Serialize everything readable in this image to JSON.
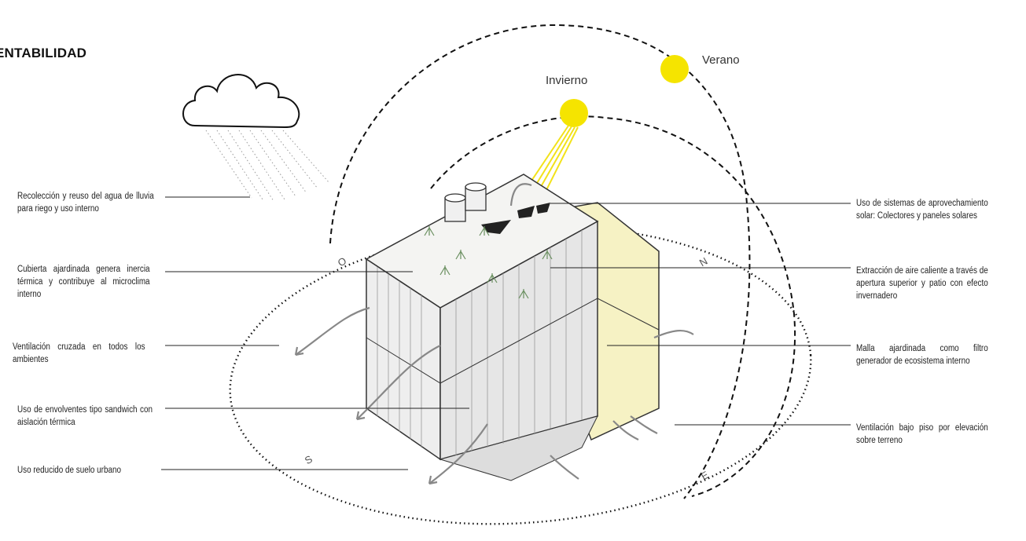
{
  "title": "ENTABILIDAD",
  "seasons": {
    "summer": "Verano",
    "winter": "Invierno"
  },
  "compass": {
    "west": "O",
    "north": "N",
    "south": "S",
    "east": "E"
  },
  "notes_left": [
    "Recolección y reuso del agua de lluvia para riego y uso interno",
    "Cubierta ajardinada genera inercia térmica y contribuye al microclima interno",
    "Ventilación cruzada en todos los ambientes",
    "Uso de envolventes tipo sandwich con aislación térmica",
    "Uso reducido de suelo urbano"
  ],
  "notes_right": [
    "Uso de sistemas de aprovechamiento solar: Colectores y paneles solares",
    "Extracción de aire caliente a través de apertura superior y patio con efecto invernadero",
    "Malla ajardinada como filtro generador de ecosistema interno",
    "Ventilación bajo piso por elevación sobre terreno"
  ],
  "colors": {
    "sun": "#f5e400",
    "sun_ray": "#f2e21a",
    "greenhouse": "#f6f2c4",
    "ink": "#222222"
  }
}
